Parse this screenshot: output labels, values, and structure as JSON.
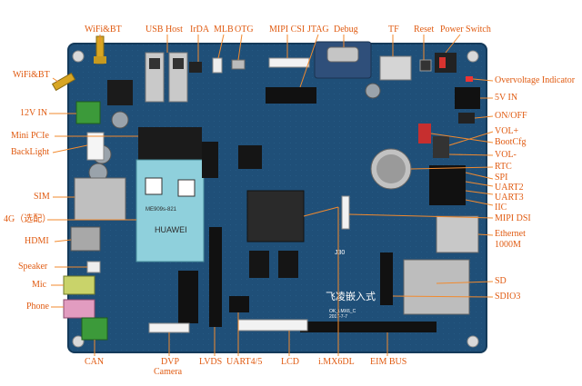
{
  "labels": {
    "wifibt_top": "WiFi&BT",
    "usb_host": "USB Host",
    "irda": "IrDA",
    "mlb": "MLB",
    "otg": "OTG",
    "mipi_csi": "MIPI CSI",
    "jtag": "JTAG",
    "debug": "Debug",
    "tf": "TF",
    "reset": "Reset",
    "power_switch": "Power Switch",
    "wifibt_left": "WiFi&BT",
    "overvoltage": "Overvoltage Indicator",
    "v5_in": "5V IN",
    "v12_in": "12V IN",
    "on_off": "ON/OFF",
    "mini_pcie": "Mini PCIe",
    "vol_plus": "VOL+",
    "backlight": "BackLight",
    "bootcfg": "BootCfg",
    "vol_minus": "VOL-",
    "rtc": "RTC",
    "spi": "SPI",
    "sim": "SIM",
    "uart2": "UART2",
    "uart3": "UART3",
    "iic": "IIC",
    "g4": "4G（选配）",
    "mipi_dsi": "MIPI DSI",
    "hdmi": "HDMI",
    "ethernet": "Ethernet",
    "ethernet_speed": "1000M",
    "speaker": "Speaker",
    "sd": "SD",
    "mic": "Mic",
    "sdio3": "SDIO3",
    "phone": "Phone",
    "can": "CAN",
    "dvp": "DVP",
    "camera": "Camera",
    "lvds": "LVDS",
    "uart45": "UART4/5",
    "lcd": "LCD",
    "imx6dl": "i.MX6DL",
    "eim_bus": "EIM BUS"
  },
  "board_text": {
    "module_brand": "HUAWEI",
    "module_model": "ME909s-821",
    "silk_logo": "飞凌嵌入式",
    "silk_code": "OK_i.MX6_C",
    "silk_date": "2017-7-7",
    "silk_num": "J30"
  },
  "colors": {
    "label": "#e05a10",
    "leader": "#f28a2e",
    "pcb": "#1f4f78",
    "module": "#8fd0dc"
  }
}
